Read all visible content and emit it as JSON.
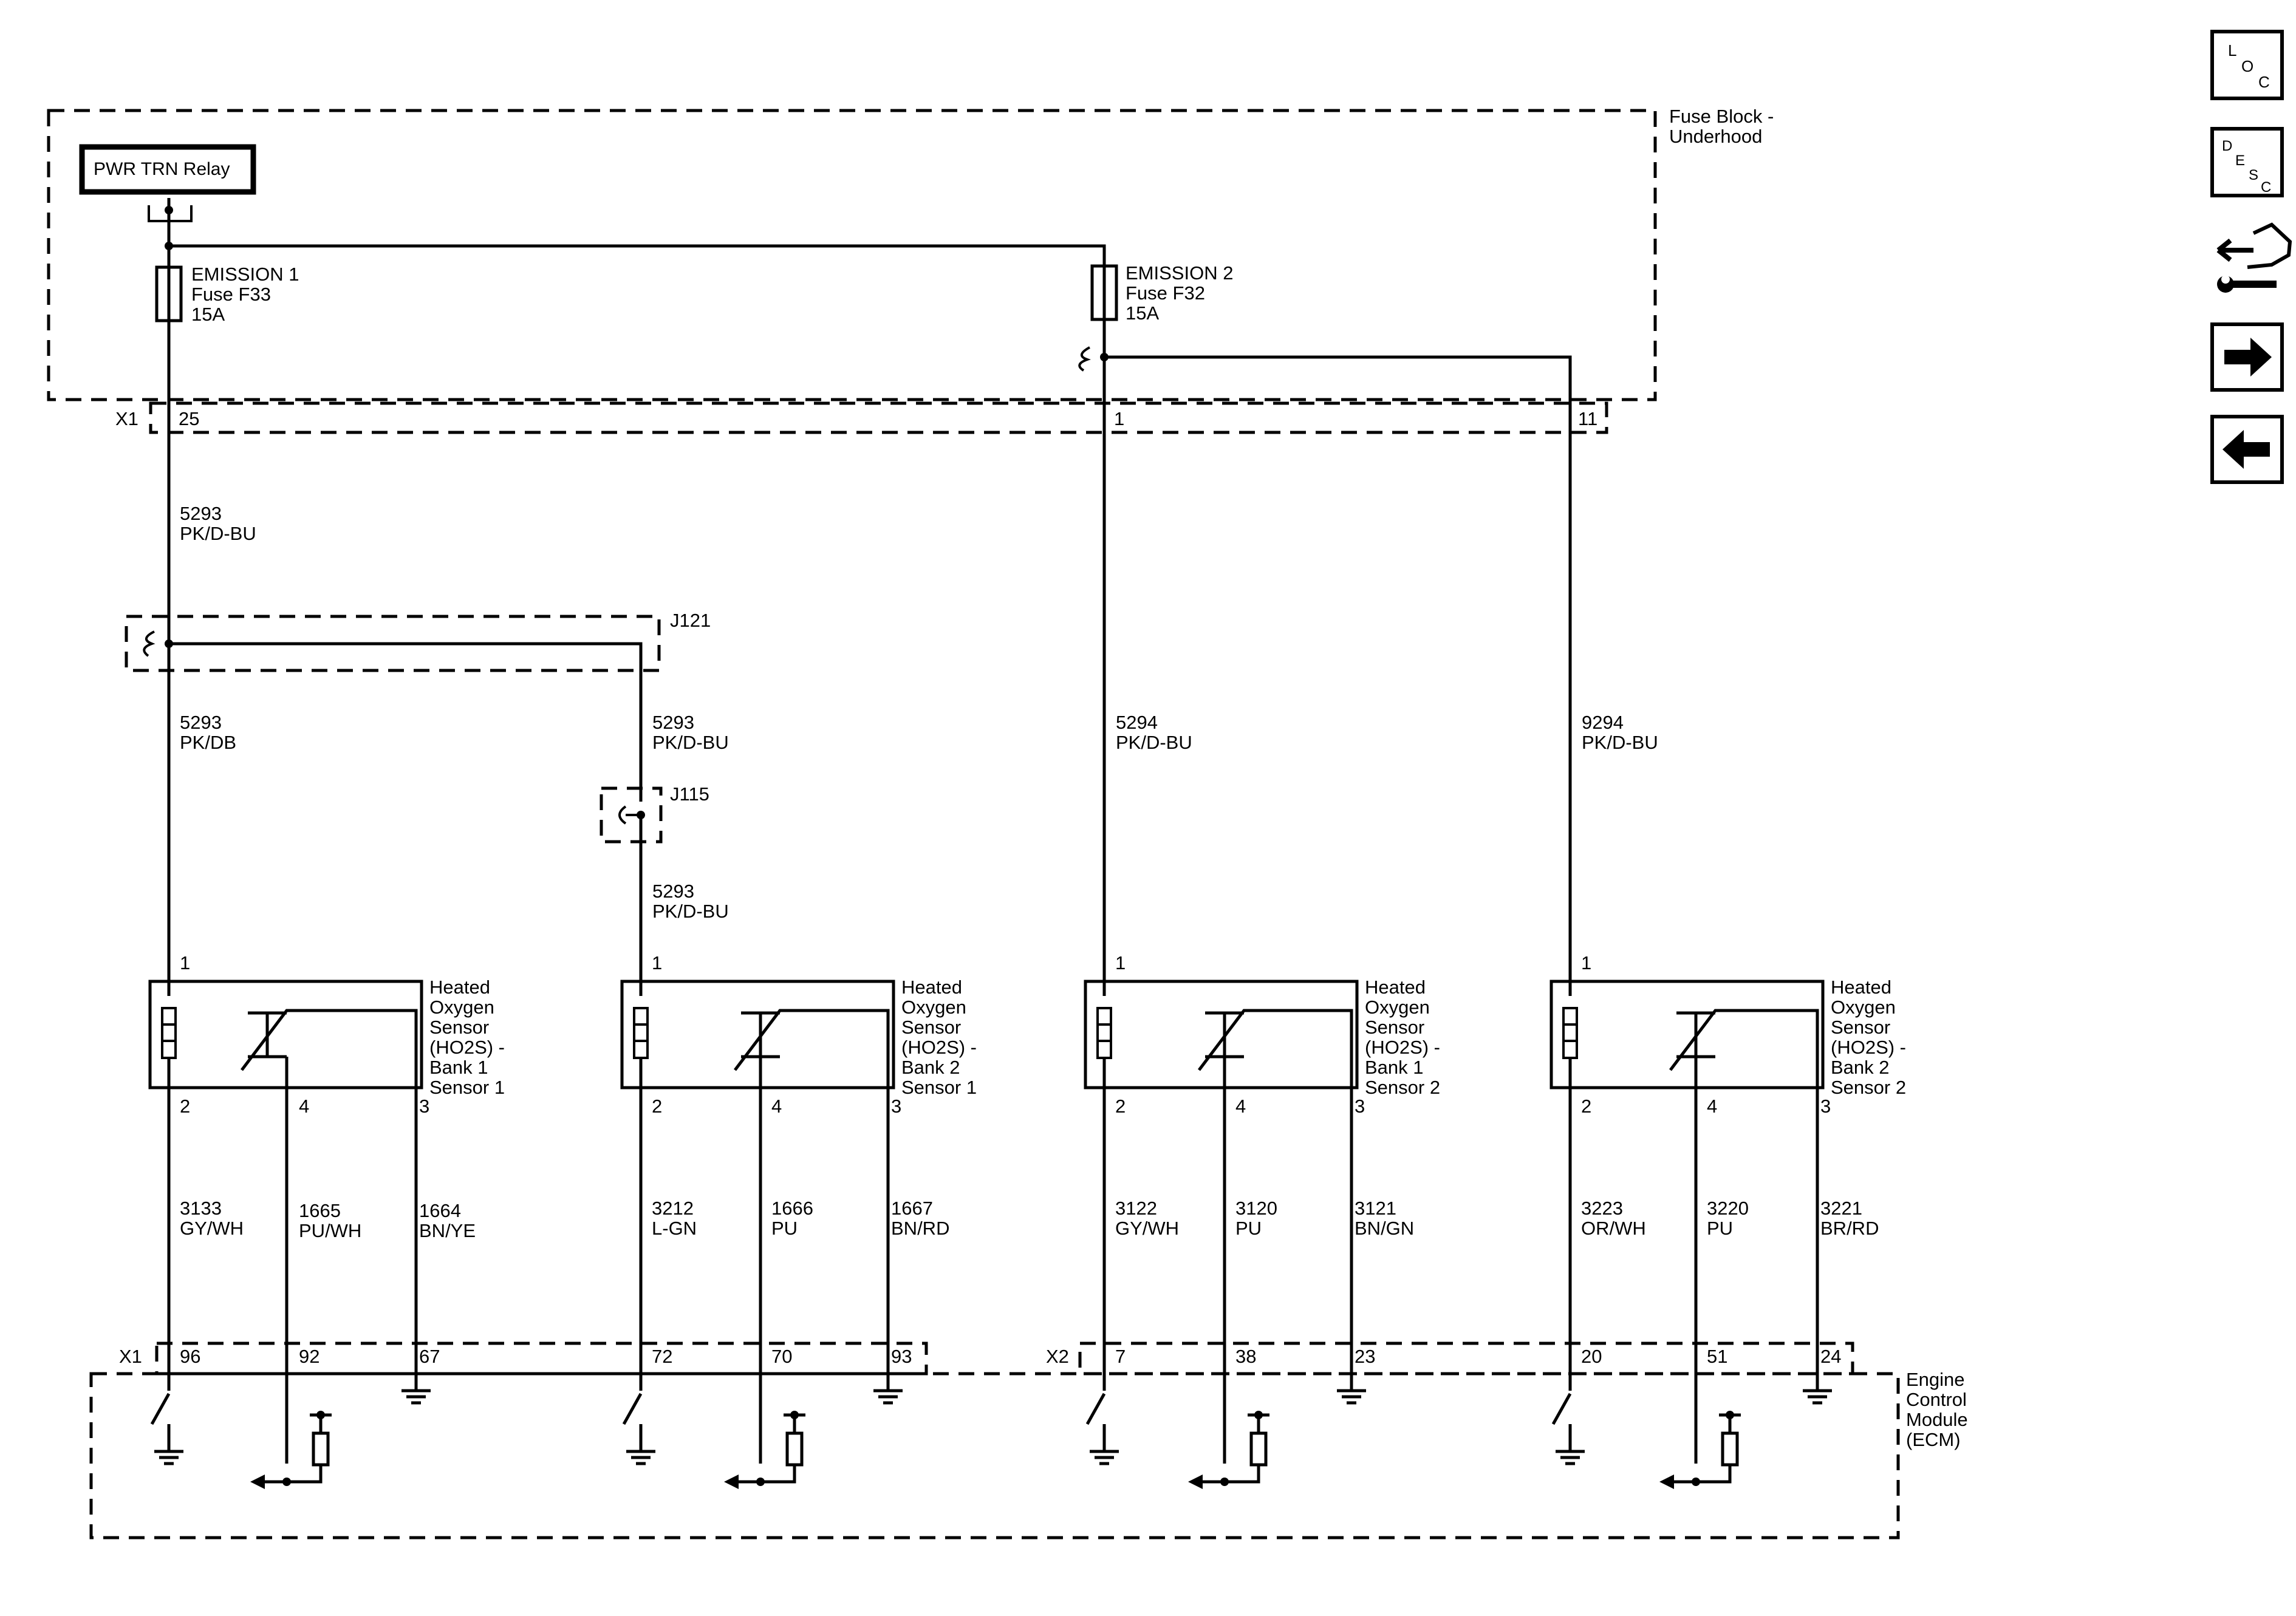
{
  "fuse_block": {
    "label": "Fuse Block -\nUnderhood",
    "relay_label": "PWR TRN Relay",
    "fuse1": "EMISSION 1\nFuse F33\n15A",
    "fuse2": "EMISSION 2\nFuse F32\n15A",
    "connector": "X1",
    "pins": [
      "25",
      "1",
      "11"
    ]
  },
  "splices": {
    "j121": "J121",
    "j115": "J115"
  },
  "feed_wires": {
    "w_top": "5293\nPK/D-BU",
    "w1": "5293\nPK/DB",
    "w2_upper": "5293\nPK/D-BU",
    "w2_lower": "5293\nPK/D-BU",
    "w3": "5294\nPK/D-BU",
    "w4": "9294\nPK/D-BU"
  },
  "sensors": [
    {
      "name": "Heated\nOxygen\nSensor\n(HO2S)  -\nBank 1\nSensor 1",
      "pin_top": "1",
      "pins": [
        "2",
        "4",
        "3"
      ],
      "wires": [
        "3133\nGY/WH",
        "1665\nPU/WH",
        "1664\nBN/YE"
      ],
      "ecm_pins": [
        "96",
        "92",
        "67"
      ]
    },
    {
      "name": "Heated\nOxygen\nSensor\n(HO2S)  -\nBank 2\nSensor 1",
      "pin_top": "1",
      "pins": [
        "2",
        "4",
        "3"
      ],
      "wires": [
        "3212\nL-GN",
        "1666\nPU",
        "1667\nBN/RD"
      ],
      "ecm_pins": [
        "72",
        "70",
        "93"
      ]
    },
    {
      "name": "Heated\nOxygen\nSensor\n(HO2S)  -\nBank 1\nSensor 2",
      "pin_top": "1",
      "pins": [
        "2",
        "4",
        "3"
      ],
      "wires": [
        "3122\nGY/WH",
        "3120\nPU",
        "3121\nBN/GN"
      ],
      "ecm_pins": [
        "7",
        "38",
        "23"
      ]
    },
    {
      "name": "Heated\nOxygen\nSensor\n(HO2S)  -\nBank 2\nSensor 2",
      "pin_top": "1",
      "pins": [
        "2",
        "4",
        "3"
      ],
      "wires": [
        "3223\nOR/WH",
        "3220\nPU",
        "3221\nBR/RD"
      ],
      "ecm_pins": [
        "20",
        "51",
        "24"
      ]
    }
  ],
  "ecm": {
    "label": "Engine\nControl\nModule\n(ECM)",
    "connector1": "X1",
    "connector2": "X2"
  },
  "sidebar": [
    {
      "icon": "loc-icon",
      "letters": [
        "L",
        "O",
        "C"
      ]
    },
    {
      "icon": "desc-icon",
      "letters": [
        "D",
        "E",
        "S",
        "C"
      ]
    },
    {
      "icon": "connector-repair-icon"
    },
    {
      "icon": "arrow-right-icon"
    },
    {
      "icon": "arrow-left-icon"
    }
  ]
}
